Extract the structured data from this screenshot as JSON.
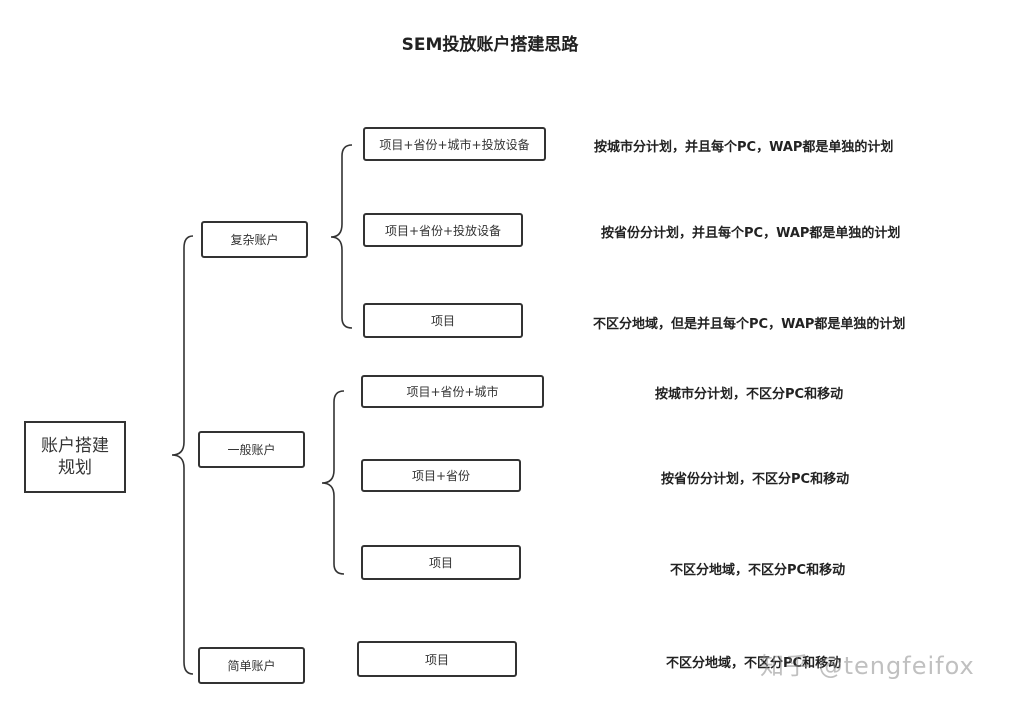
{
  "title": "SEM投放账户搭建思路",
  "root": {
    "label": "账户搭建规划"
  },
  "branches": [
    {
      "label": "复杂账户",
      "children": [
        {
          "label": "项目+省份+城市+投放设备",
          "desc": "按城市分计划，并且每个PC，WAP都是单独的计划"
        },
        {
          "label": "项目+省份+投放设备",
          "desc": "按省份分计划，并且每个PC，WAP都是单独的计划"
        },
        {
          "label": "项目",
          "desc": "不区分地域，但是并且每个PC，WAP都是单独的计划"
        }
      ]
    },
    {
      "label": "一般账户",
      "children": [
        {
          "label": "项目+省份+城市",
          "desc": "按城市分计划，不区分PC和移动"
        },
        {
          "label": "项目+省份",
          "desc": "按省份分计划，不区分PC和移动"
        },
        {
          "label": "项目",
          "desc": "不区分地域，不区分PC和移动"
        }
      ]
    },
    {
      "label": "简单账户",
      "children": [
        {
          "label": "项目",
          "desc": "不区分地域，不区分PC和移动"
        }
      ]
    }
  ],
  "watermark": "知乎 @tengfeifox",
  "colors": {
    "line": "#333333",
    "text": "#222222",
    "watermark": "#8c8c8c"
  }
}
